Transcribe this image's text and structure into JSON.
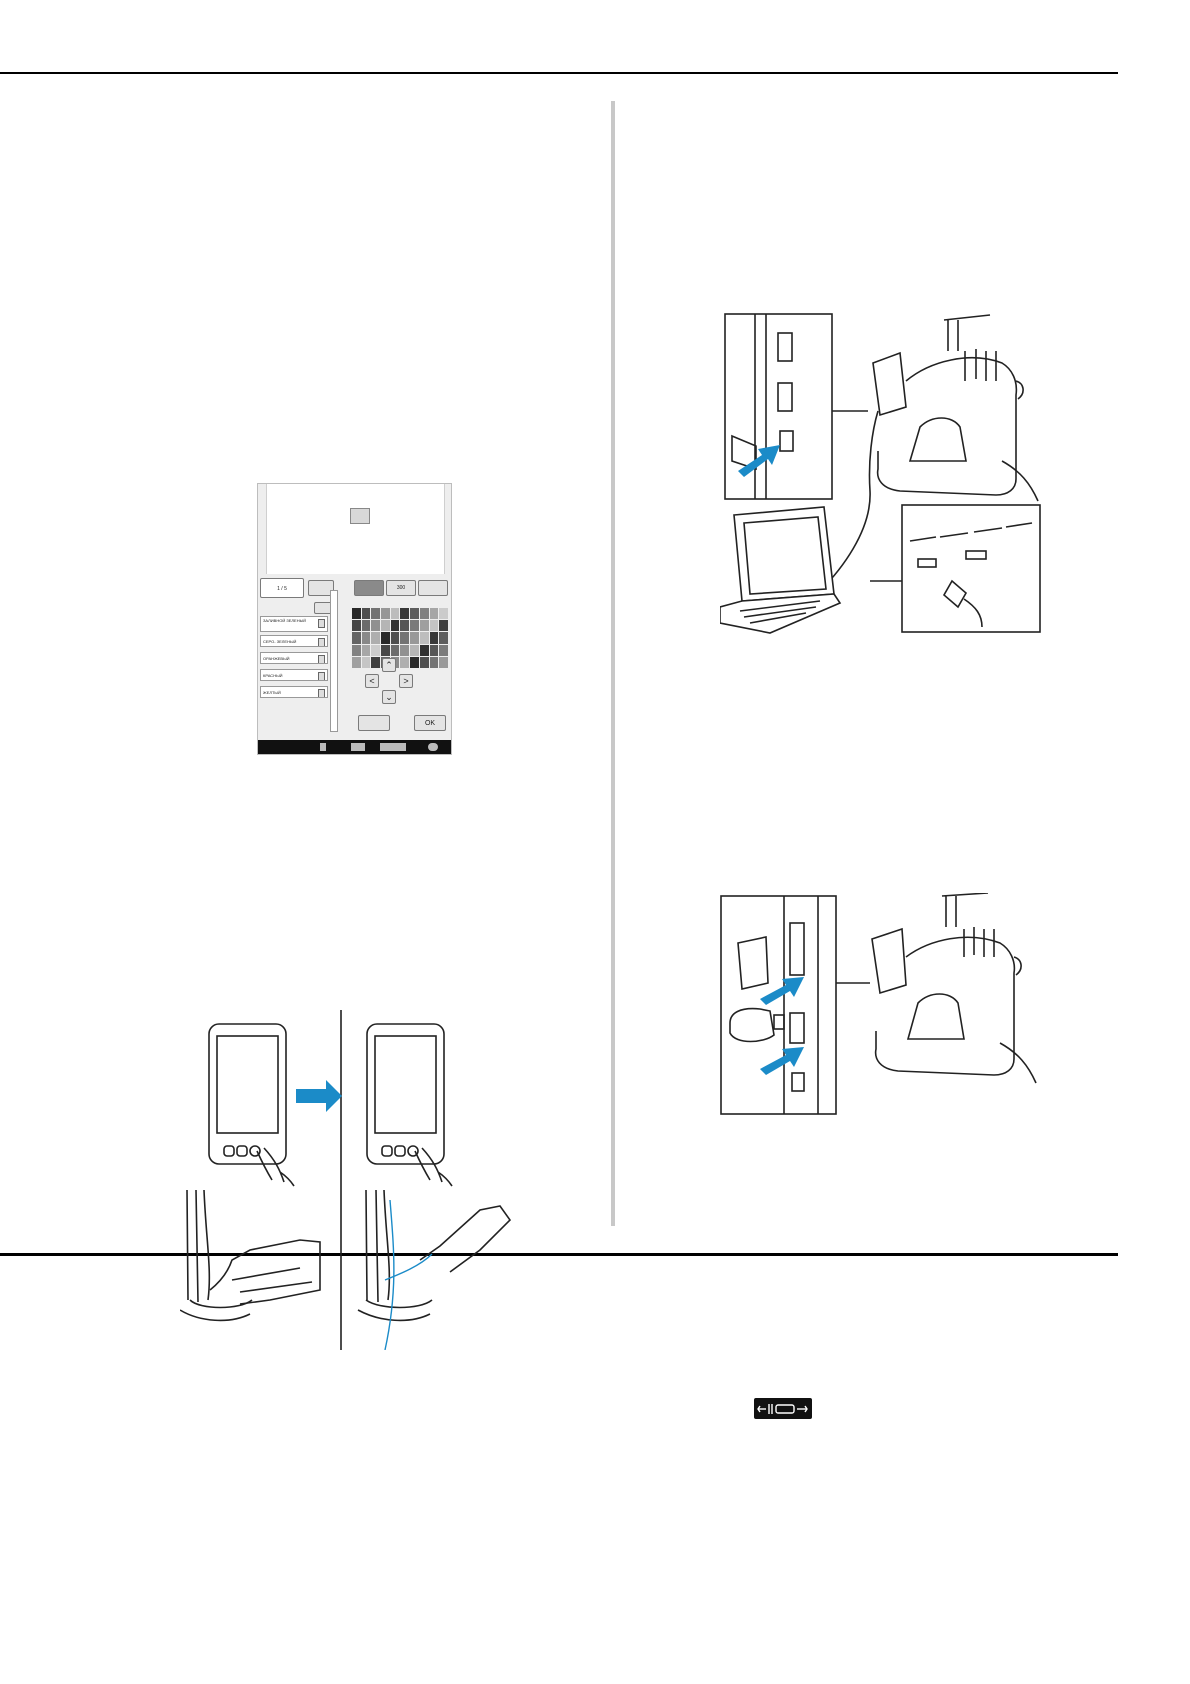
{
  "lcd_screen": {
    "page_counter": "1 / 5",
    "color_list": [
      "ЗАЛИВНОЙ ЗЕЛЕНЫЙ",
      "СЕРО- ЗЕЛЕНЫЙ",
      "ОРАНЖЕВЫЙ",
      "КРАСНЫЙ",
      "ЖЕЛТЫЙ"
    ],
    "tab_label": "300",
    "ok_label": "OK"
  },
  "colors": {
    "arrow_blue": "#1b8bc8",
    "rule": "#000000",
    "divider": "#c8c8c8"
  },
  "icons": [
    "usb-port-icon",
    "usb-b-port-icon",
    "sd-card-slot-icon",
    "usb-flash-drive-icon",
    "laptop-icon",
    "embroidery-machine-icon",
    "thread-tension-icon"
  ]
}
